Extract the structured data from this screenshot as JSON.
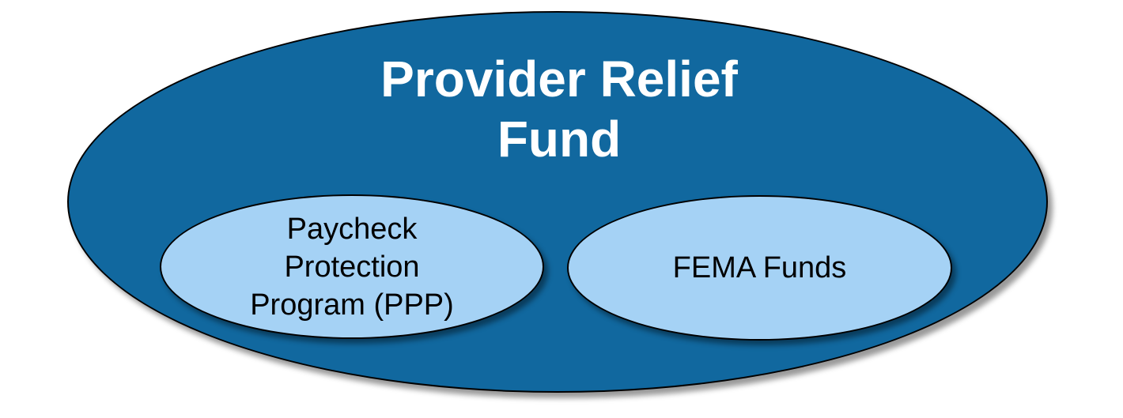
{
  "diagram": {
    "type": "nested-ellipse-venn",
    "outer": {
      "label": "Provider Relief Fund",
      "fill": "#11689F",
      "text_color": "#FFFFFF"
    },
    "children": [
      {
        "id": "ppp",
        "label": "Paycheck Protection Program (PPP)",
        "fill": "#A5D2F5",
        "text_color": "#000000"
      },
      {
        "id": "fema",
        "label": "FEMA Funds",
        "fill": "#A5D2F5",
        "text_color": "#000000"
      }
    ],
    "colors": {
      "border": "#000000",
      "background": "#FFFFFF"
    }
  }
}
